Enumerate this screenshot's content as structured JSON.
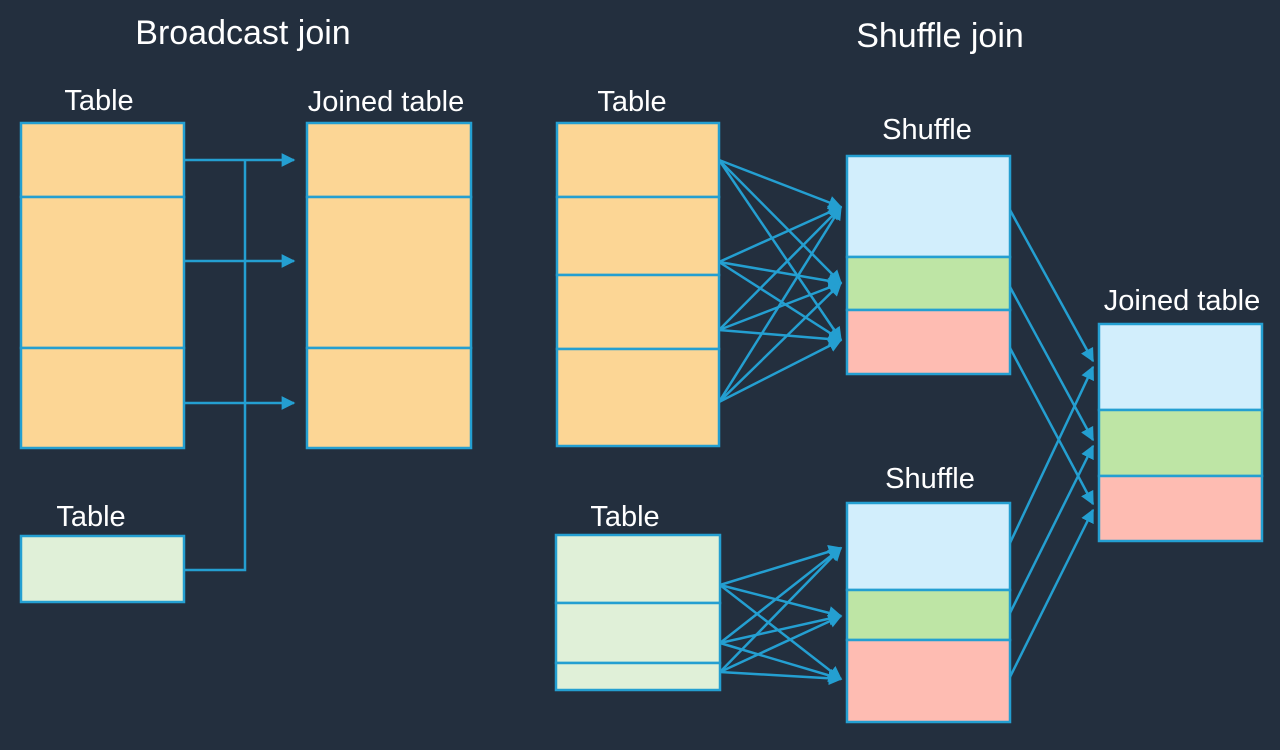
{
  "colors": {
    "bg": "#232F3E",
    "cyan": "#249FD1",
    "peach": "#FCD695",
    "lightgreen": "#E0F0D8",
    "blue": "#D2EEFC",
    "green": "#BEE5A5",
    "pink": "#FEBCB2",
    "text": "#FFFFFF"
  },
  "broadcast": {
    "title": "Broadcast join",
    "large_table": {
      "label": "Table",
      "rows": 3
    },
    "small_table": {
      "label": "Table",
      "rows": 1
    },
    "joined_table": {
      "label": "Joined table",
      "rows": 3
    }
  },
  "shuffle": {
    "title": "Shuffle join",
    "upper_table": {
      "label": "Table",
      "rows": 4
    },
    "lower_table": {
      "label": "Table",
      "rows": 3
    },
    "upper_shuffle": {
      "label": "Shuffle",
      "partitions": 3
    },
    "lower_shuffle": {
      "label": "Shuffle",
      "partitions": 3
    },
    "joined_table": {
      "label": "Joined table",
      "partitions": 3
    }
  }
}
